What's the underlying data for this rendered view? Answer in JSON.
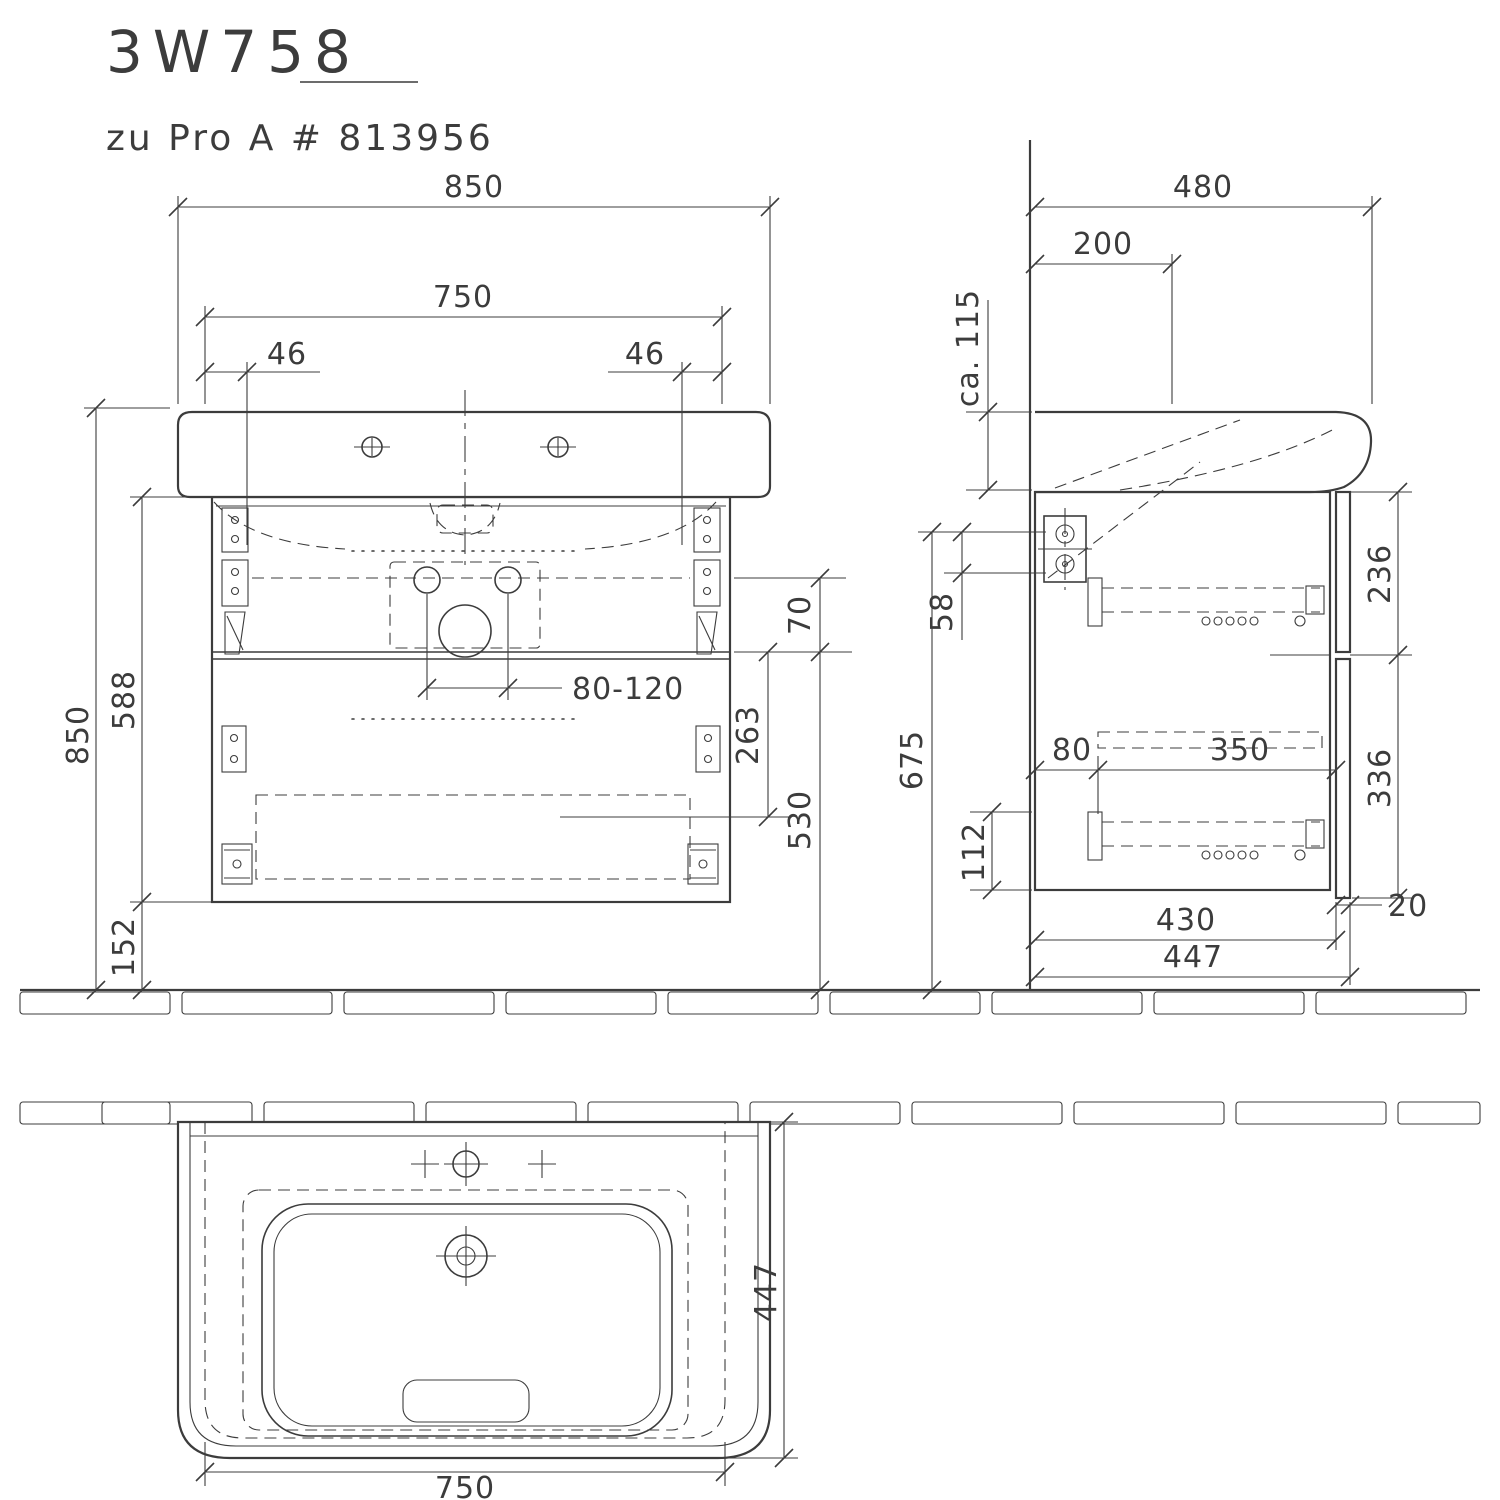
{
  "title": "3W758",
  "subtitle": "zu Pro A # 813956",
  "colors": {
    "line": "#3c3c3c",
    "background": "#ffffff"
  },
  "front_view": {
    "width_total": "850",
    "width_cabinet": "750",
    "hinge_offset_left": "46",
    "hinge_offset_right": "46",
    "cabinet_height": "588",
    "height_total": "850",
    "floor_clearance": "152",
    "drain_range": "80-120",
    "slide_offset": "70",
    "drawer_inner": "263",
    "bottom_height": "530"
  },
  "side_view": {
    "depth_total": "480",
    "depth_tap": "200",
    "basin_height": "ca. 115",
    "hinge_plate": "58",
    "height_under": "675",
    "top_compartment": "236",
    "bottom_compartment": "336",
    "rail_offset": "112",
    "rail_start": "80",
    "rail_length": "350",
    "depth_carcass": "430",
    "depth_front": "447",
    "front_thickness": "20"
  },
  "top_view": {
    "width_cabinet": "750",
    "depth_front": "447"
  }
}
